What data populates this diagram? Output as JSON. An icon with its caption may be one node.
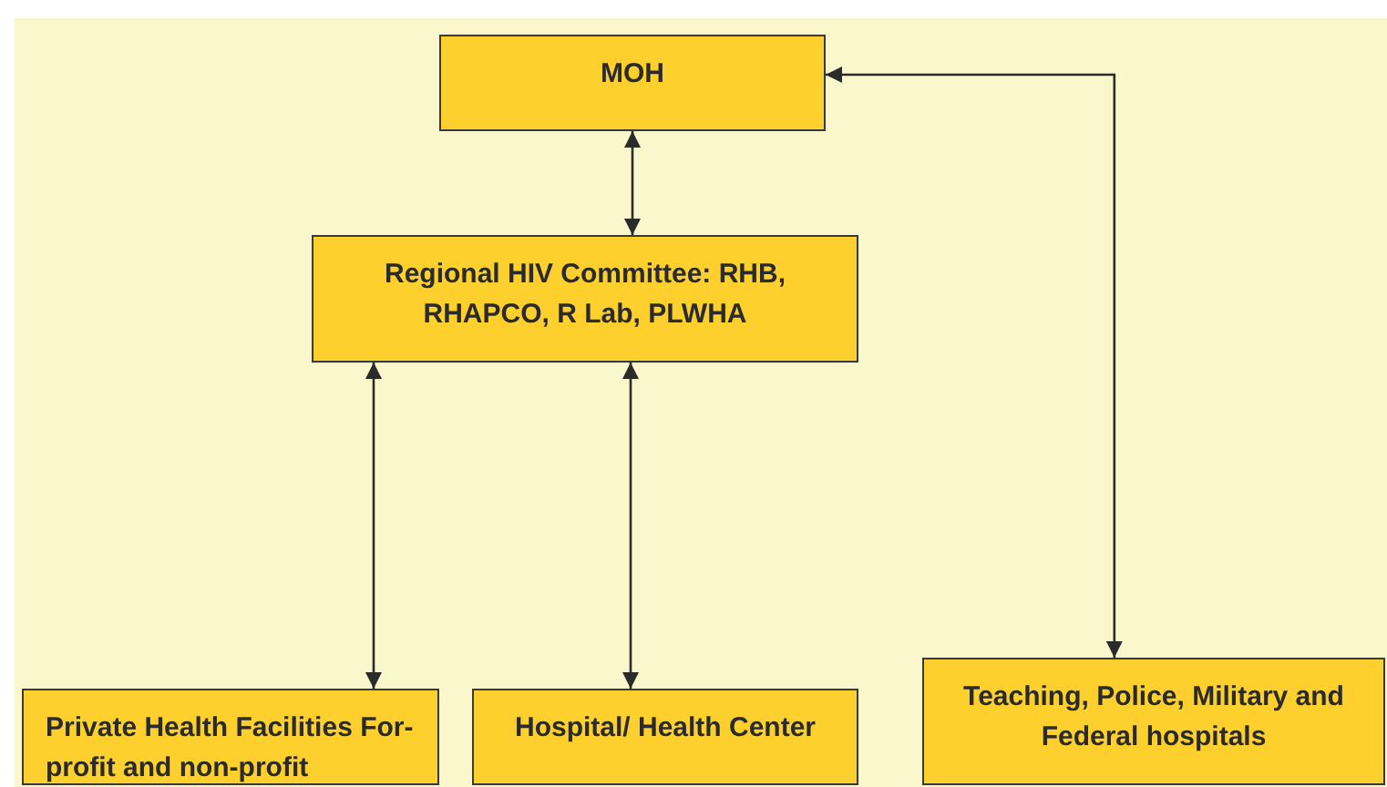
{
  "diagram": {
    "nodes": [
      {
        "text": [
          "MOH"
        ]
      },
      {
        "text": [
          "Regional HIV Committee: RHB, RHAPCO, R Lab, PLWHA"
        ]
      },
      {
        "text": [
          "Private Health Facilities For-profit and non-profit"
        ]
      },
      {
        "text": [
          "Hospital/ Health Center"
        ]
      },
      {
        "text": [
          "Teaching, Police, Military and Federal hospitals"
        ]
      }
    ],
    "edges": [
      {
        "from": 0,
        "to": 1,
        "arrow": "both"
      },
      {
        "from": 1,
        "to": 2,
        "arrow": "both"
      },
      {
        "from": 1,
        "to": 3,
        "arrow": "both"
      },
      {
        "from": 0,
        "to": 4,
        "arrow": "both"
      }
    ]
  }
}
